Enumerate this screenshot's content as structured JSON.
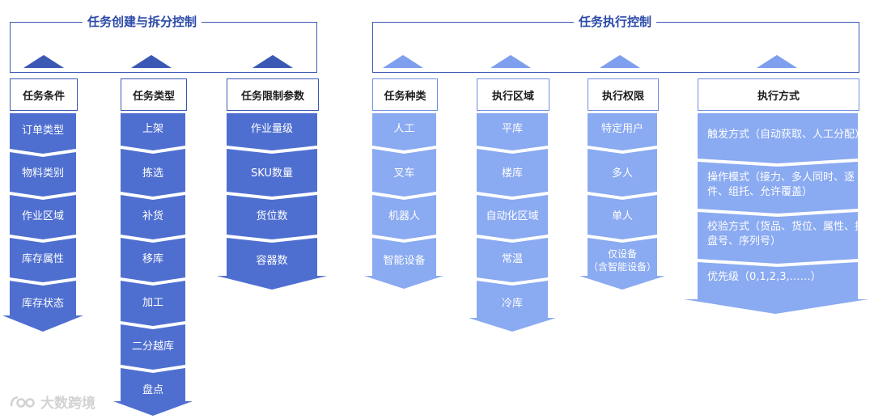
{
  "colors": {
    "frame": "#3a58b4",
    "title": "#2b4aa8",
    "left_fill": "#4f6fd0",
    "right_fill": "#8aaaf1",
    "right_triangle": "#7e9fee"
  },
  "groups": [
    {
      "title": "任务创建与拆分控制"
    },
    {
      "title": "任务执行控制"
    }
  ],
  "columns": [
    {
      "header": "任务条件",
      "items": [
        "订单类型",
        "物料类别",
        "作业区域",
        "库存属性",
        "库存状态"
      ]
    },
    {
      "header": "任务类型",
      "items": [
        "上架",
        "拣选",
        "补货",
        "移库",
        "加工",
        "二分越库",
        "盘点"
      ]
    },
    {
      "header": "任务限制参数",
      "items": [
        "作业量级",
        "SKU数量",
        "货位数",
        "容器数"
      ]
    },
    {
      "header": "任务种类",
      "items": [
        "人工",
        "叉车",
        "机器人",
        "智能设备"
      ]
    },
    {
      "header": "执行区域",
      "items": [
        "平库",
        "楼库",
        "自动化区域",
        "常温",
        "冷库"
      ]
    },
    {
      "header": "执行权限",
      "items": [
        "特定用户",
        "多人",
        "单人",
        "仅设备\n（含智能设备）"
      ]
    },
    {
      "header": "执行方式",
      "items": [
        "触发方式（自动获取、人工分配）",
        "操作模式（接力、多人同时、逐件、组托、允许覆盖）",
        "校验方式（货品、货位、属性、托盘号、序列号）",
        "优先级（0,1,2,3,……）"
      ]
    }
  ],
  "watermark": {
    "text": "大数跨境",
    "logo_icon": "dashuju-logo-icon"
  }
}
